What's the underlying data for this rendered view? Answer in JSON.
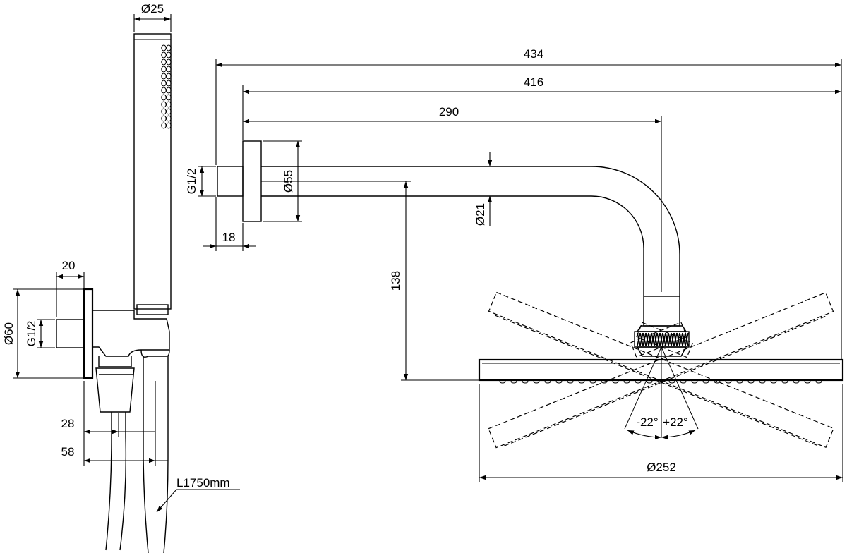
{
  "hand_shower": {
    "dia_25": "Ø25",
    "width_20": "20",
    "dia_60": "Ø60",
    "thread_left": "G1/2",
    "dim_28": "28",
    "dim_58": "58",
    "hose_length": "L1750mm"
  },
  "shower_arm": {
    "dim_434": "434",
    "dim_416": "416",
    "dim_290": "290",
    "thread": "G1/2",
    "dia_55": "Ø55",
    "dia_21": "Ø21",
    "dim_18": "18",
    "dim_138": "138"
  },
  "shower_head": {
    "angle_minus": "-22°",
    "angle_plus": "+22°",
    "dia_252": "Ø252"
  }
}
